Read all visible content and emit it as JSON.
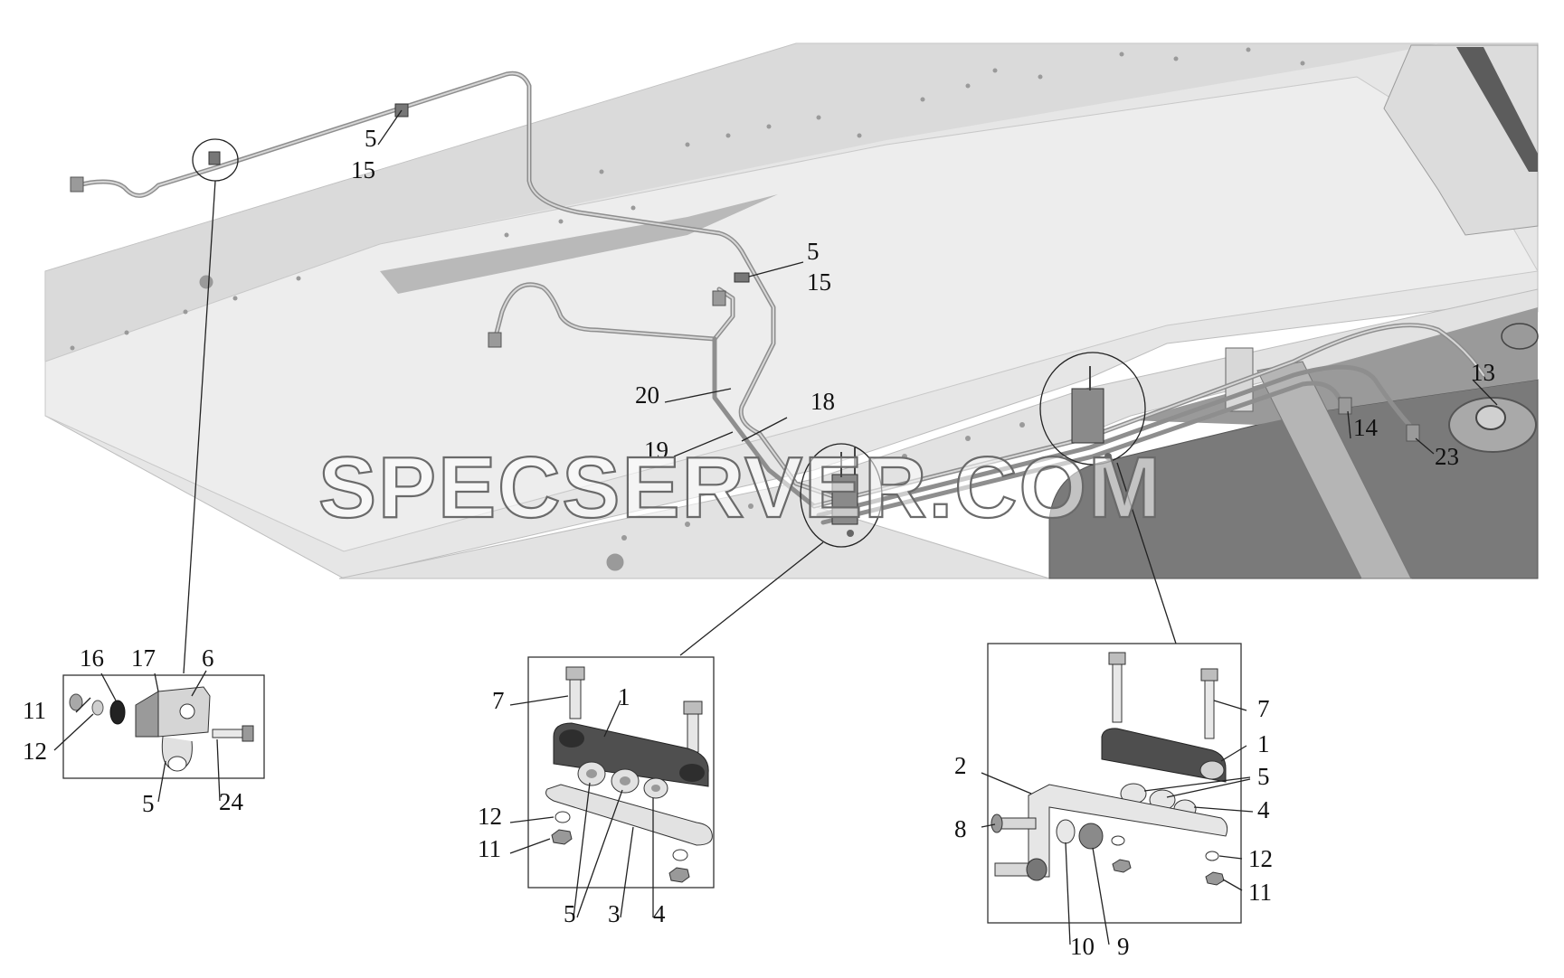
{
  "watermark": "SPECSERVER.COM",
  "callouts": {
    "main": {
      "c5a": "5",
      "c15a": "15",
      "c5b": "5",
      "c15b": "15",
      "c20": "20",
      "c18": "18",
      "c19": "19",
      "c13": "13",
      "c14": "14",
      "c23": "23"
    },
    "detail_left": {
      "c16": "16",
      "c17": "17",
      "c6": "6",
      "c11": "11",
      "c12": "12",
      "c5": "5",
      "c24": "24"
    },
    "detail_center": {
      "c7": "7",
      "c1": "1",
      "c12": "12",
      "c11": "11",
      "c5a": "5",
      "c3": "3",
      "c4": "4"
    },
    "detail_right": {
      "c7": "7",
      "c1": "1",
      "c2": "2",
      "c5": "5",
      "c4": "4",
      "c8": "8",
      "c12": "12",
      "c11": "11",
      "c10": "10",
      "c9": "9"
    }
  },
  "colors": {
    "frame": "#e8e8e8",
    "frame_shadow": "#c2c2c2",
    "tank": "#7c7c7c",
    "pipe": "#8e8e8e"
  }
}
